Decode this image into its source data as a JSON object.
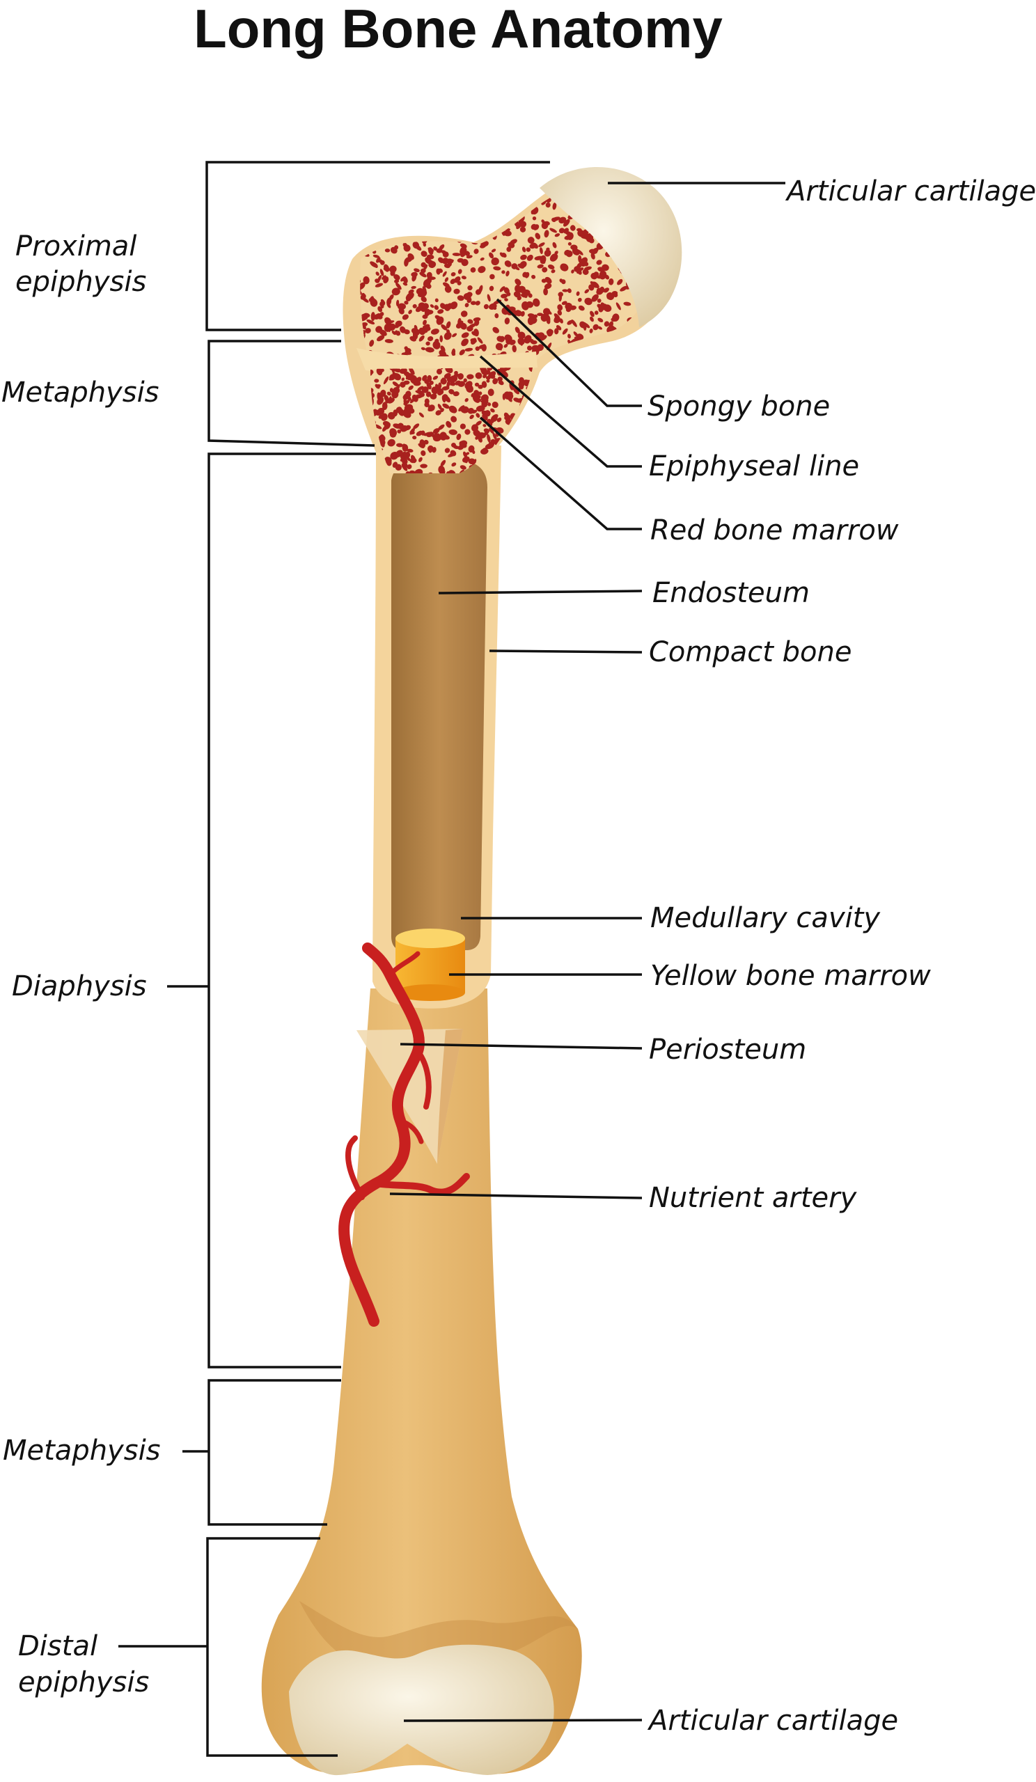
{
  "title": "Long Bone Anatomy",
  "left_labels": {
    "proximal_epiphysis": [
      "Proximal",
      "epiphysis"
    ],
    "metaphysis_upper": "Metaphysis",
    "diaphysis": "Diaphysis",
    "metaphysis_lower": "Metaphysis",
    "distal_epiphysis": [
      "Distal",
      "epiphysis"
    ]
  },
  "right_labels": {
    "articular_cartilage_top": "Articular cartilage",
    "spongy_bone": "Spongy bone",
    "epiphyseal_line": "Epiphyseal line",
    "red_bone_marrow": "Red bone marrow",
    "endosteum": "Endosteum",
    "compact_bone": "Compact bone",
    "medullary_cavity": "Medullary cavity",
    "yellow_bone_marrow": "Yellow bone marrow",
    "periosteum": "Periosteum",
    "nutrient_artery": "Nutrient artery",
    "articular_cartilage_bottom": "Articular cartilage"
  },
  "colors": {
    "bone": "#E2B466",
    "bone_light": "#F3D49B",
    "compact": "#F6DCA8",
    "cavity": "#B8874B",
    "cartilage": "#EFE6CC",
    "spongy_bg": "#F4D7A4",
    "spongy_dots": "#A8211E",
    "yellow_marrow": "#F5A623",
    "artery": "#C8201F"
  }
}
